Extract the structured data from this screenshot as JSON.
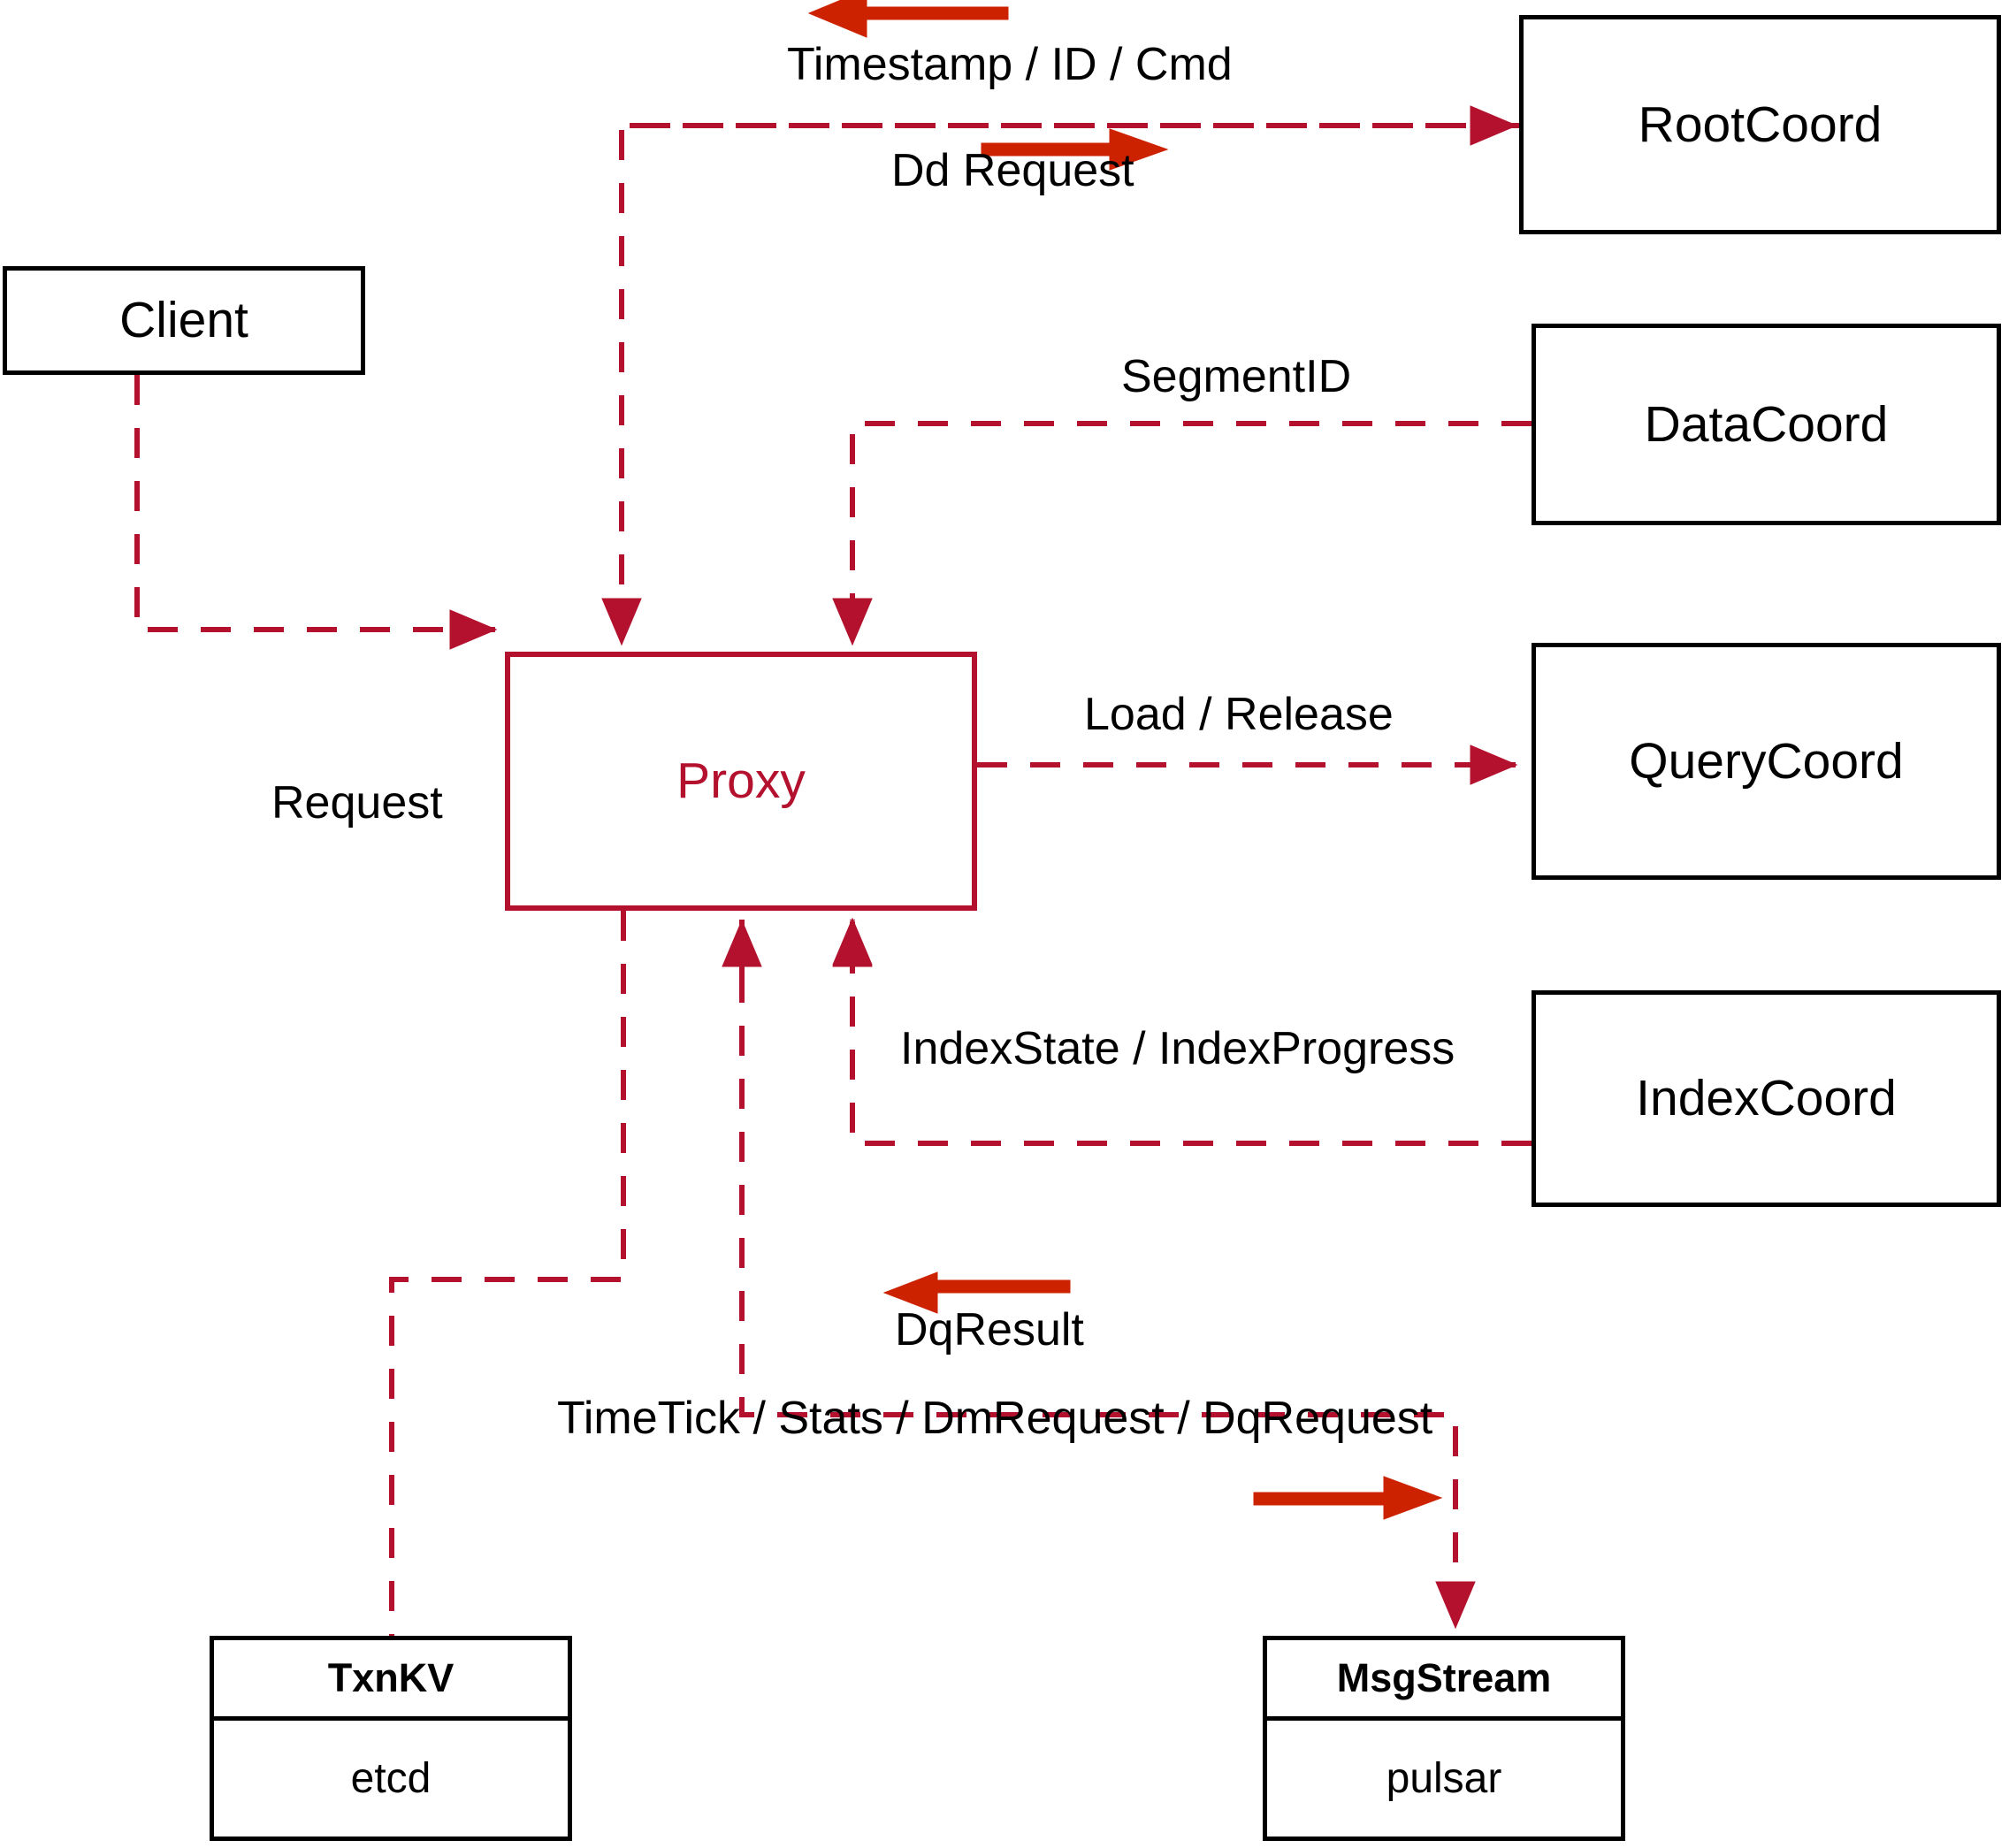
{
  "diagram": {
    "title": "Milvus Proxy interaction diagram",
    "colors": {
      "dashed_line": "#B3112E",
      "solid_arrow": "#CC2200",
      "node_border": "#000000",
      "proxy_border": "#B3112E",
      "proxy_text": "#B3112E",
      "label_text": "#000000",
      "background": "#FFFFFF"
    }
  },
  "nodes": {
    "client": {
      "label": "Client"
    },
    "proxy": {
      "label": "Proxy"
    },
    "root_coord": {
      "label": "RootCoord"
    },
    "data_coord": {
      "label": "DataCoord"
    },
    "query_coord": {
      "label": "QueryCoord"
    },
    "index_coord": {
      "label": "IndexCoord"
    },
    "txnkv": {
      "header": "TxnKV",
      "body": "etcd"
    },
    "msgstream": {
      "header": "MsgStream",
      "body": "pulsar"
    }
  },
  "edge_labels": {
    "timestamp_id_cmd": "Timestamp / ID / Cmd",
    "dd_request": "Dd Request",
    "segment_id": "SegmentID",
    "request": "Request",
    "load_release": "Load / Release",
    "index_state_progress": "IndexState / IndexProgress",
    "dq_result": "DqResult",
    "timetick_stats": "TimeTick / Stats / DmRequest / DqRequest"
  },
  "edges": [
    {
      "name": "client-to-proxy",
      "from": "client",
      "to": "proxy",
      "label": "Request",
      "direction": "right",
      "style": "dashed"
    },
    {
      "name": "proxy-to-rootcoord",
      "from": "proxy",
      "to": "root_coord",
      "label_above": "Timestamp / ID / Cmd",
      "label_below": "Dd Request",
      "style": "dashed"
    },
    {
      "name": "datacoord-to-proxy",
      "from": "data_coord",
      "to": "proxy",
      "label": "SegmentID",
      "direction": "down",
      "style": "dashed"
    },
    {
      "name": "proxy-to-querycoord",
      "from": "proxy",
      "to": "query_coord",
      "label": "Load / Release",
      "direction": "right",
      "style": "dashed"
    },
    {
      "name": "indexcoord-to-proxy",
      "from": "index_coord",
      "to": "proxy",
      "label": "IndexState / IndexProgress",
      "direction": "up",
      "style": "dashed"
    },
    {
      "name": "proxy-to-txnkv",
      "from": "proxy",
      "to": "txnkv",
      "label": "",
      "style": "dashed"
    },
    {
      "name": "proxy-to-msgstream",
      "from": "proxy",
      "to": "msgstream",
      "label_above": "DqResult",
      "label_below": "TimeTick / Stats / DmRequest / DqRequest",
      "style": "dashed"
    }
  ]
}
